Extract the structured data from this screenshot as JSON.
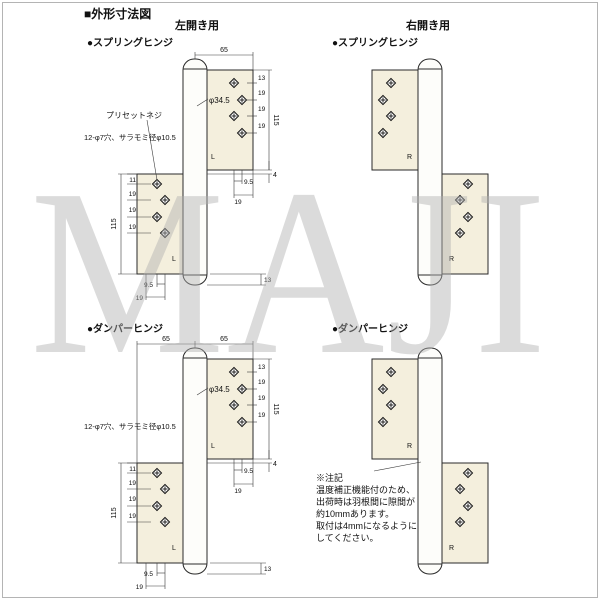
{
  "header": {
    "title": "■外形寸法図",
    "left_col": "左開き用",
    "right_col": "右開き用"
  },
  "watermark": "MAJI",
  "sections": {
    "spring_left": "●スプリングヒンジ",
    "spring_right": "●スプリングヒンジ",
    "damper_left": "●ダンパーヒンジ",
    "damper_right": "●ダンパーヒンジ"
  },
  "labels": {
    "preset_screw": "プリセットネジ",
    "holes_spec": "12-φ7穴、サラモミ径φ10.5",
    "shaft_dia": "φ34.5",
    "mark_left": "L",
    "mark_right": "R"
  },
  "dims": {
    "leaf_width": "65",
    "top_gap": "13",
    "hole_pitch": "19",
    "leaf_height": "115",
    "lower_top_gap": "11",
    "col_offset": "9.5",
    "edge_offset": "19",
    "leaf_gap": "4",
    "bottom_gap": "13"
  },
  "note": {
    "lines": [
      "※注記",
      "温度補正機能付のため、",
      "出荷時は羽根間に隙間が",
      "約10mmあります。",
      "取付は4mmになるように",
      "してください。"
    ]
  }
}
